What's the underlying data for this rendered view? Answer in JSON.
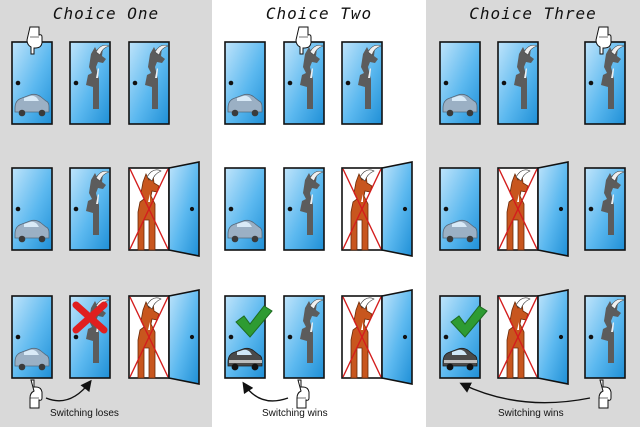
{
  "columns": [
    {
      "title": "Choice One",
      "caption": "Switching loses",
      "background": "#d9d9d9"
    },
    {
      "title": "Choice Two",
      "caption": "Switching wins",
      "background": "#ffffff"
    },
    {
      "title": "Choice Three",
      "caption": "Switching wins",
      "background": "#d9d9d9"
    }
  ],
  "colors": {
    "door_blue": "#3aa7e8",
    "door_light": "#bfe4fb",
    "goat_dark": "#6b6b6b",
    "goat_open": "#c8561e",
    "cross_red": "#e01f1f",
    "check_green": "#2e9b32"
  }
}
